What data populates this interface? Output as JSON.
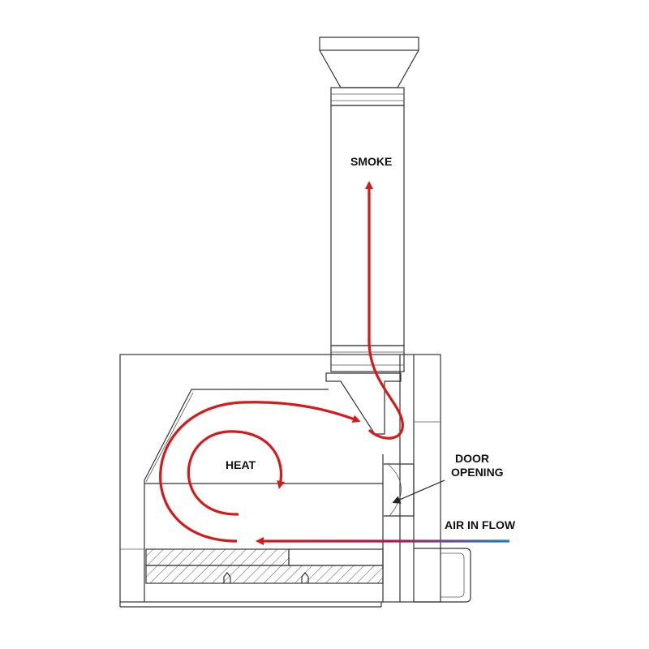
{
  "labels": {
    "smoke": "SMOKE",
    "heat": "HEAT",
    "door_line1": "DOOR",
    "door_line2": "OPENING",
    "air": "AIR IN FLOW"
  },
  "colors": {
    "flow_hot": "#d41a1a",
    "flow_cold": "#1a7fd0",
    "outline": "#333333"
  }
}
